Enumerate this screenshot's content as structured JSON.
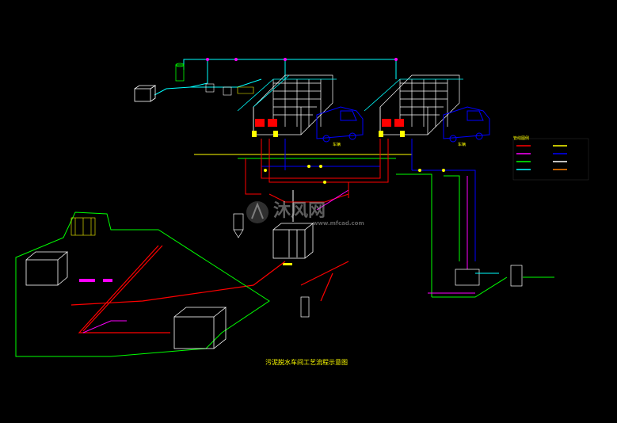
{
  "drawing": {
    "title": "污泥脱水车间工艺流程示意图",
    "watermark_brand": "沐风网",
    "watermark_url": "www.mfcad.com",
    "truck_label_1": "车辆",
    "truck_label_2": "车辆",
    "legend_title": "管线图例"
  },
  "colors": {
    "background": "#000000",
    "sludge_pipe": "#ff0000",
    "water_pipe": "#00ffff",
    "clean_water": "#00ff00",
    "dosing": "#ff00ff",
    "air": "#0000ff",
    "equipment": "#ffffff",
    "truck": "#0000ff",
    "label": "#ffff00"
  },
  "legend": {
    "items": [
      {
        "color": "#ff0000"
      },
      {
        "color": "#ff00ff"
      },
      {
        "color": "#00ff00"
      },
      {
        "color": "#00ffff"
      },
      {
        "color": "#ffff00"
      },
      {
        "color": "#0000ff"
      },
      {
        "color": "#ffffff"
      },
      {
        "color": "#ff8000"
      }
    ]
  }
}
